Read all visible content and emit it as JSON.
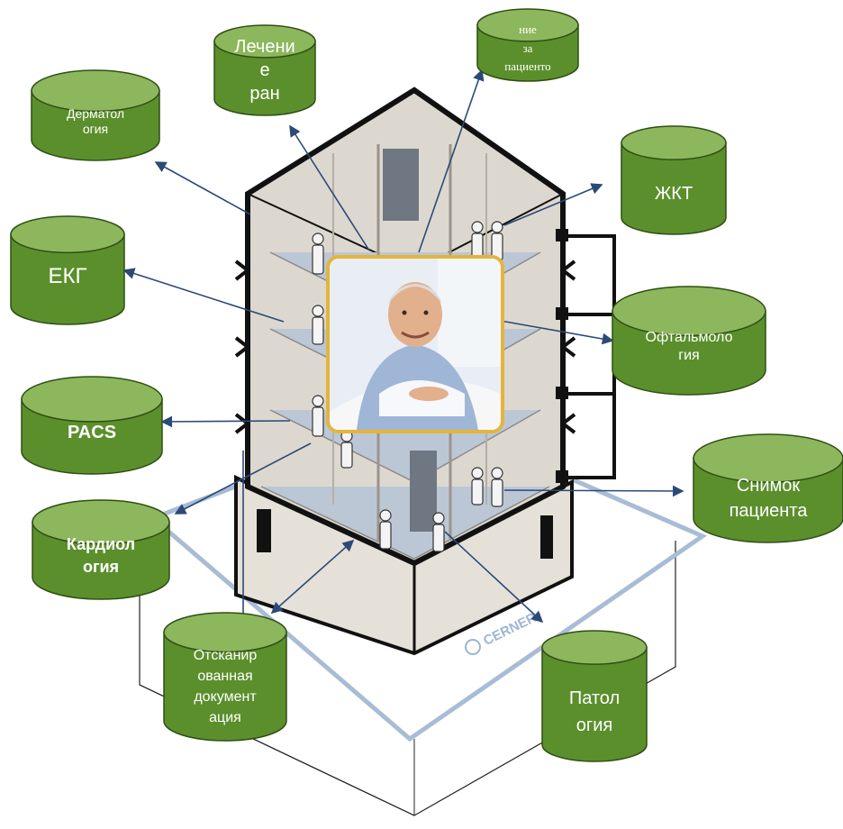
{
  "colors": {
    "cylinder_body": "#5b8f2c",
    "cylinder_top": "#8cb75c",
    "cylinder_stroke": "#2f4f14",
    "arrow": "#2b4a78",
    "building_wall": "#ddd8cf",
    "building_outline": "#111111",
    "floor": "#bcc7d6",
    "platform_outline": "#a8bcd6",
    "photo_frame": "#e3b53a"
  },
  "cylinders": [
    {
      "id": "wound-care",
      "label": "Лечени\nе\nран"
    },
    {
      "id": "patient-data",
      "label": "ние\nза\nпациенто"
    },
    {
      "id": "dermatology",
      "label": "Дерматол\nогия"
    },
    {
      "id": "gi",
      "label": "ЖКТ"
    },
    {
      "id": "ecg",
      "label": "ЕКГ"
    },
    {
      "id": "ophthalmology",
      "label": "Офтальмоло\nгия"
    },
    {
      "id": "pacs",
      "label": "PACS"
    },
    {
      "id": "patient-photo",
      "label": "Снимок\nпациента"
    },
    {
      "id": "cardiology",
      "label": "Кардиол\nогия"
    },
    {
      "id": "scanned-docs",
      "label": "Отсканир\nованная\nдокумент\nация"
    },
    {
      "id": "pathology",
      "label": "Патол\nогия"
    }
  ],
  "logo": {
    "text": "CERNER"
  },
  "photo": {
    "subject": "patient-in-hospital-bed"
  }
}
